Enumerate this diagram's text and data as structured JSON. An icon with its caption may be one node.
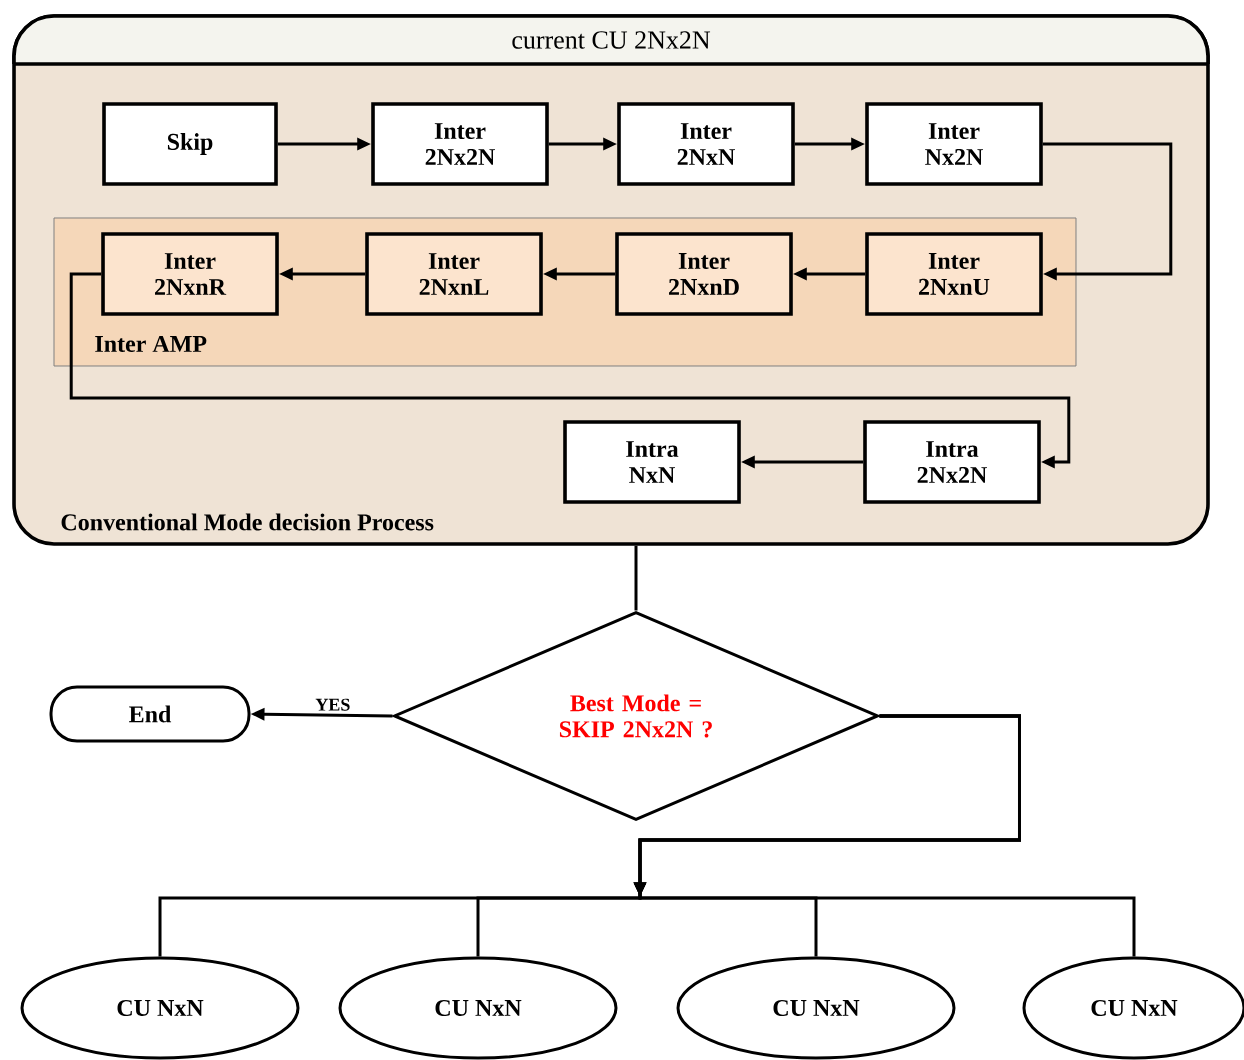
{
  "diagram": {
    "nodes": [
      {
        "text": [
          "current CU 2Nx2N",
          "Conventional Mode decision Process"
        ]
      },
      {
        "text": [
          "Skip"
        ],
        "in": 0
      },
      {
        "text": [
          "Inter 2Nx2N"
        ],
        "in": 0
      },
      {
        "text": [
          "Inter 2NxN"
        ],
        "in": 0
      },
      {
        "text": [
          "Inter Nx2N"
        ],
        "in": 0
      },
      {
        "text": [
          "Inter AMP"
        ],
        "in": 0
      },
      {
        "text": [
          "Inter 2NxnR"
        ],
        "in": 5
      },
      {
        "text": [
          "Inter 2NxnL"
        ],
        "in": 5
      },
      {
        "text": [
          "Inter 2NxnD"
        ],
        "in": 5
      },
      {
        "text": [
          "Inter 2NxnU"
        ],
        "in": 5
      },
      {
        "text": [
          "Intra NxN"
        ],
        "in": 0
      },
      {
        "text": [
          "Intra 2Nx2N"
        ],
        "in": 0
      },
      {
        "text": [
          "Best Mode = SKIP 2Nx2N ?"
        ]
      },
      {
        "text": [
          "End"
        ]
      },
      {
        "text": [
          "CU NxN"
        ]
      },
      {
        "text": [
          "CU NxN"
        ]
      },
      {
        "text": [
          "CU NxN"
        ]
      },
      {
        "text": [
          "CU NxN"
        ]
      }
    ],
    "edges": [
      {
        "from": 1,
        "to": 2,
        "arrow": "to"
      },
      {
        "from": 2,
        "to": 3,
        "arrow": "to"
      },
      {
        "from": 3,
        "to": 4,
        "arrow": "to"
      },
      {
        "from": 4,
        "to": 9,
        "arrow": "to"
      },
      {
        "from": 9,
        "to": 8,
        "arrow": "to"
      },
      {
        "from": 8,
        "to": 7,
        "arrow": "to"
      },
      {
        "from": 7,
        "to": 6,
        "arrow": "to"
      },
      {
        "from": 6,
        "to": 11,
        "arrow": "to"
      },
      {
        "from": 11,
        "to": 10,
        "arrow": "to"
      },
      {
        "from": 0,
        "to": 12,
        "arrow": "none"
      },
      {
        "from": 12,
        "to": 13,
        "arrow": "to",
        "label": "YES"
      },
      {
        "from": 12,
        "to": 14,
        "arrow": "to"
      },
      {
        "from": 12,
        "to": 15,
        "arrow": "to"
      },
      {
        "from": 12,
        "to": 16,
        "arrow": "to"
      },
      {
        "from": 12,
        "to": 17,
        "arrow": "to"
      }
    ]
  }
}
